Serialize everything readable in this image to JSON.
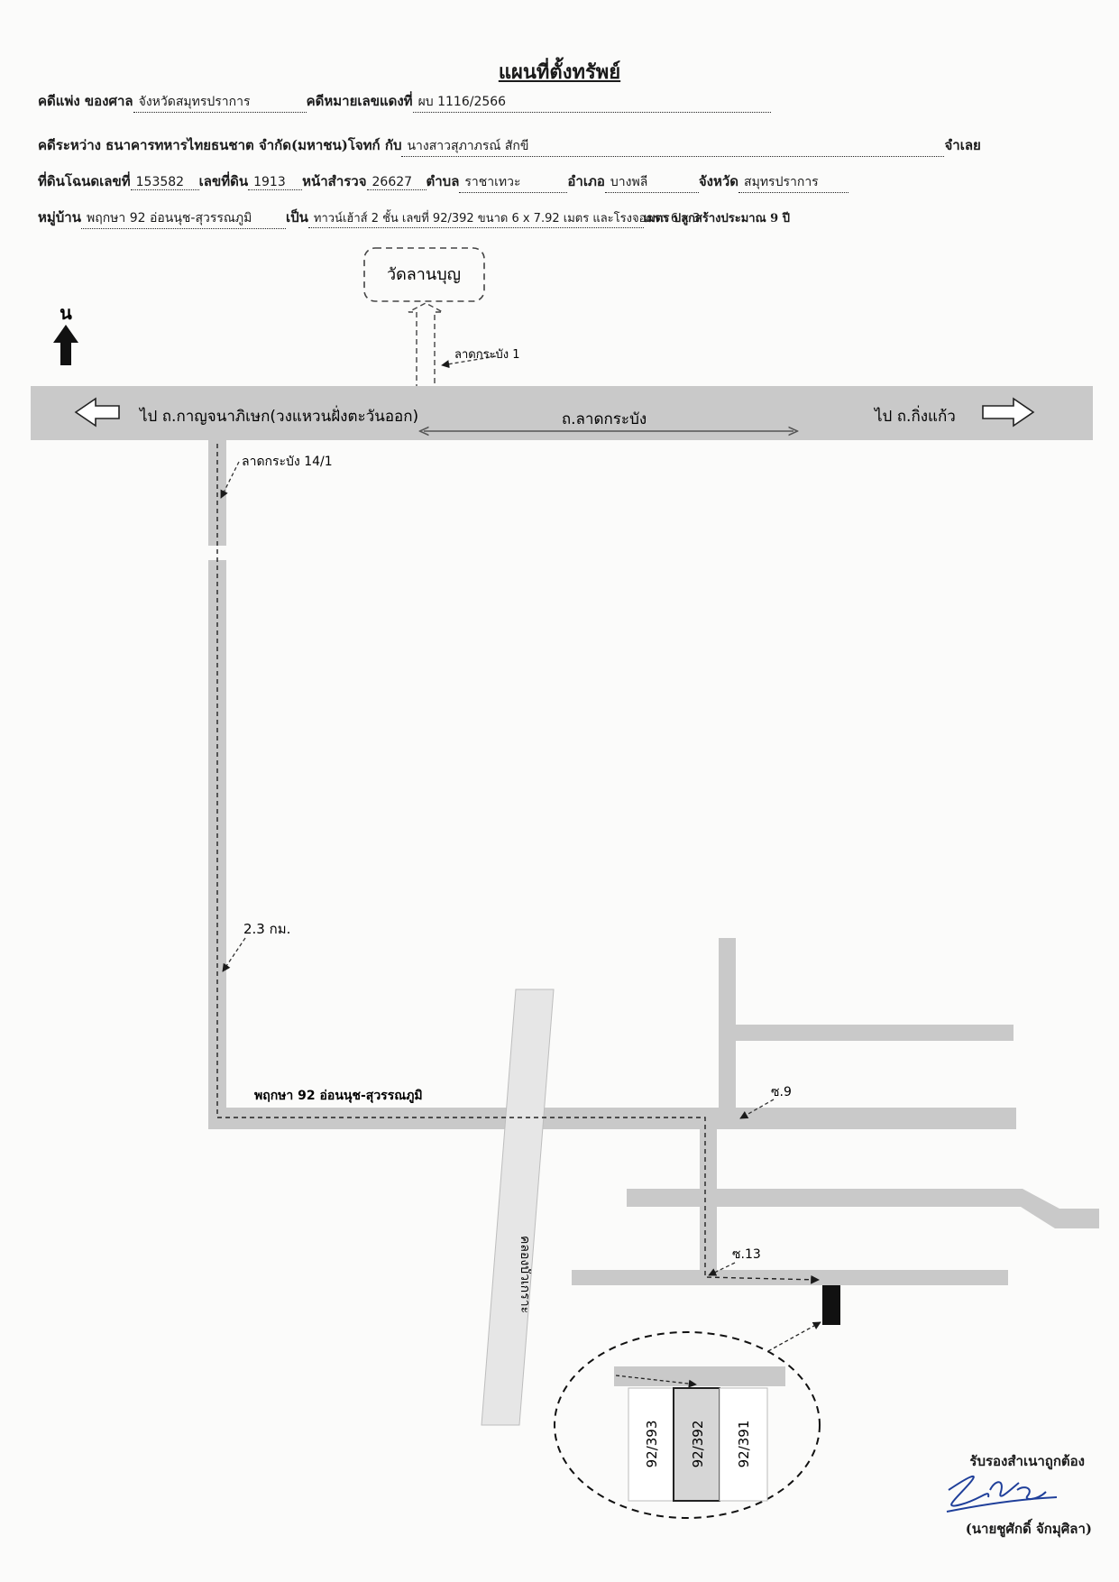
{
  "header": {
    "title": "แผนที่ตั้งทรัพย์",
    "row1": {
      "court_label": "คดีแพ่ง ของศาล",
      "court_value": "จังหวัดสมุทรปราการ",
      "case_label": "คดีหมายเลขแดงที่",
      "case_value": "ผบ 1116/2566"
    },
    "row2": {
      "between_label": "คดีระหว่าง ธนาคารทหารไทยธนชาต จำกัด(มหาชน)โจทก์ กับ",
      "defendant_value": "นางสาวสุภาภรณ์ สักขี",
      "defendant_suffix": "จำเลย"
    },
    "row3": {
      "deed_label": "ที่ดินโฉนดเลขที่",
      "deed_value": "153582",
      "lot_label": "เลขที่ดิน",
      "lot_value": "1913",
      "survey_label": "หน้าสำรวจ",
      "survey_value": "26627",
      "subdistrict_label": "ตำบล",
      "subdistrict_value": "ราชาเทวะ",
      "district_label": "อำเภอ",
      "district_value": "บางพลี",
      "province_label": "จังหวัด",
      "province_value": "สมุทรปราการ"
    },
    "row4": {
      "village_label": "หมู่บ้าน",
      "village_value": "พฤกษา 92 อ่อนนุช-สุวรรณภูมิ",
      "is_label": "เป็น",
      "building_value": "ทาวน์เฮ้าส์ 2 ชั้น เลขที่ 92/392 ขนาด 6 x 7.92 เมตร และโรงจอดรถ 6 x 3",
      "age_text": "เมตร ปลูกสร้างประมาณ 9 ปี"
    }
  },
  "map": {
    "north_label": "น",
    "temple_label": "วัดลานบุญ",
    "soi_lat_krabang_1": "ลาดกระบัง 1",
    "to_west_label": "ไป ถ.กาญจนาภิเษก(วงแหวนฝั่งตะวันออก)",
    "main_road_label": "ถ.ลาดกระบัง",
    "to_east_label": "ไป ถ.กิ่งแก้ว",
    "soi_14_1": "ลาดกระบัง 14/1",
    "distance_label": "2.3 กม.",
    "village_road_label": "พฤกษา 92 อ่อนนุช-สุวรรณภูมิ",
    "canal_label": "คลองบัวเกราะ",
    "soi_9": "ซ.9",
    "soi_13": "ซ.13",
    "plots": [
      "92/393",
      "92/392",
      "92/391"
    ]
  },
  "signature": {
    "certify_text": "รับรองสำเนาถูกต้อง",
    "signer_name": "(นายชูศักดิ์ จักมุศิลา)"
  },
  "colors": {
    "road": "#c9c9c9",
    "ink": "#1a1a1a",
    "signature_ink": "#1f3f9a"
  }
}
